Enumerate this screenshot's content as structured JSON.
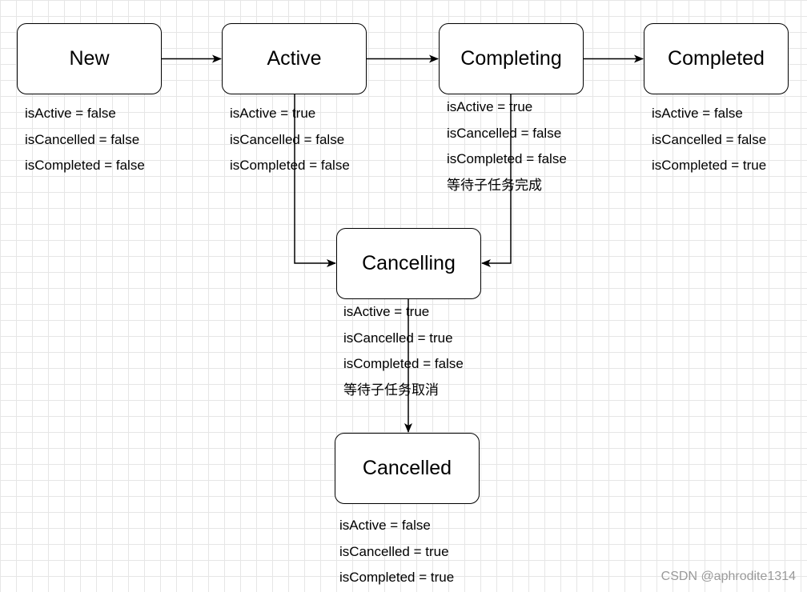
{
  "states": {
    "new": {
      "label": "New",
      "props": [
        "isActive = false",
        "isCancelled = false",
        "isCompleted = false"
      ]
    },
    "active": {
      "label": "Active",
      "props": [
        "isActive = true",
        "isCancelled = false",
        "isCompleted = false"
      ]
    },
    "completing": {
      "label": "Completing",
      "props": [
        "isActive = true",
        "isCancelled = false",
        "isCompleted = false",
        "等待子任务完成"
      ]
    },
    "completed": {
      "label": "Completed",
      "props": [
        "isActive = false",
        "isCancelled = false",
        "isCompleted = true"
      ]
    },
    "cancelling": {
      "label": "Cancelling",
      "props": [
        "isActive = true",
        "isCancelled = true",
        "isCompleted = false",
        "等待子任务取消"
      ]
    },
    "cancelled": {
      "label": "Cancelled",
      "props": [
        "isActive = false",
        "isCancelled = true",
        "isCompleted = true"
      ]
    }
  },
  "transitions": [
    {
      "from": "New",
      "to": "Active"
    },
    {
      "from": "Active",
      "to": "Completing"
    },
    {
      "from": "Completing",
      "to": "Completed"
    },
    {
      "from": "Active",
      "to": "Cancelling"
    },
    {
      "from": "Completing",
      "to": "Cancelling"
    },
    {
      "from": "Cancelling",
      "to": "Cancelled"
    }
  ],
  "watermark": "CSDN @aphrodite1314"
}
